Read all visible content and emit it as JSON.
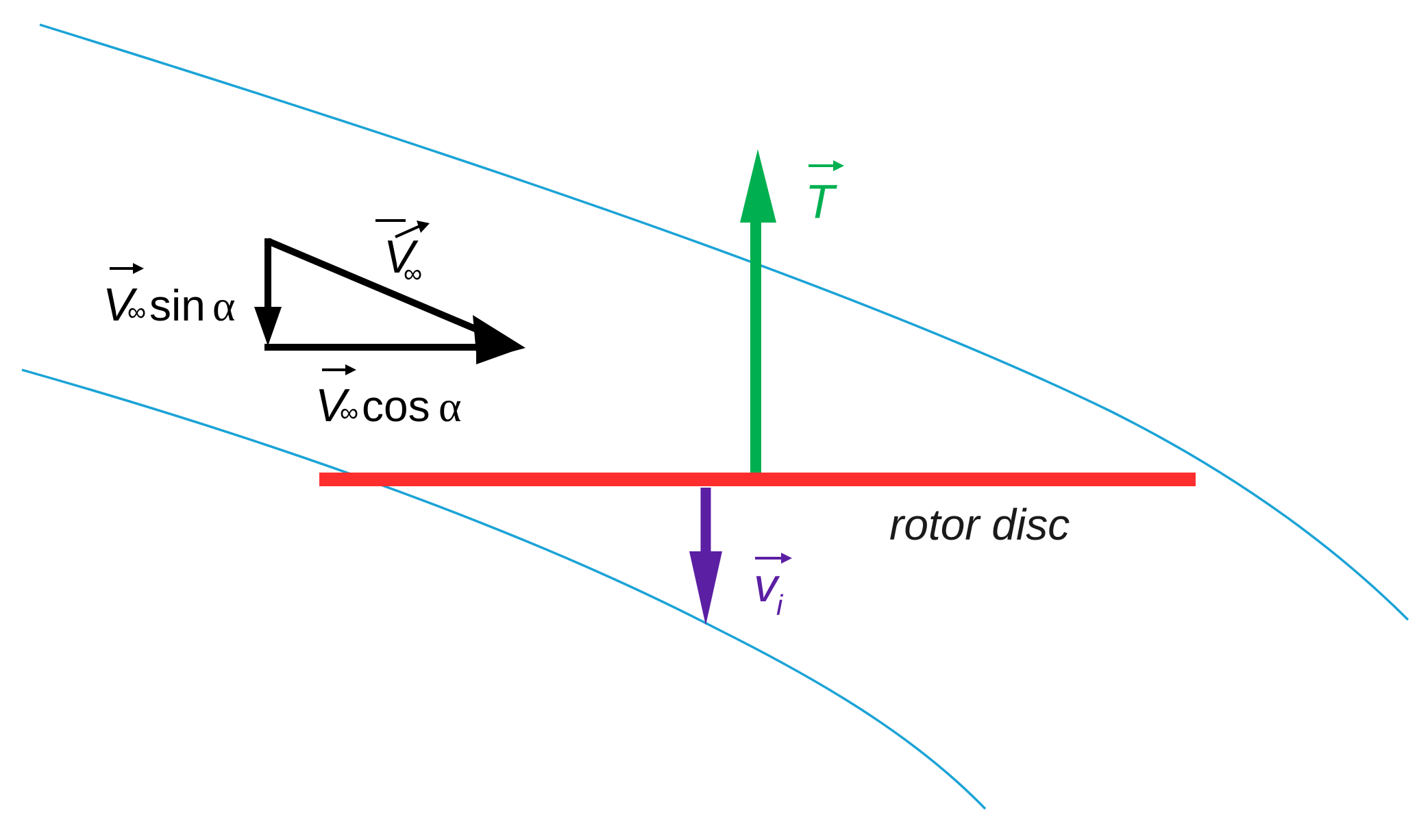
{
  "labels": {
    "thrust": {
      "symbol": "T",
      "color": "#00b050"
    },
    "induced_velocity": {
      "symbol": "v",
      "subscript": "i",
      "color": "#5b1fa3"
    },
    "freestream": {
      "symbol": "V",
      "subscript": "∞"
    },
    "freestream_normal": {
      "symbol": "V",
      "subscript": "∞",
      "function": "sin",
      "angle": "α"
    },
    "freestream_parallel": {
      "symbol": "V",
      "subscript": "∞",
      "function": "cos",
      "angle": "α"
    },
    "rotor_disc": "rotor disc"
  },
  "colors": {
    "streamline": "#1ba3d6",
    "rotor_disc": "#ff2e2e",
    "thrust_arrow": "#00b050",
    "induced_arrow": "#5b1fa3",
    "velocity_triangle": "#000000"
  }
}
